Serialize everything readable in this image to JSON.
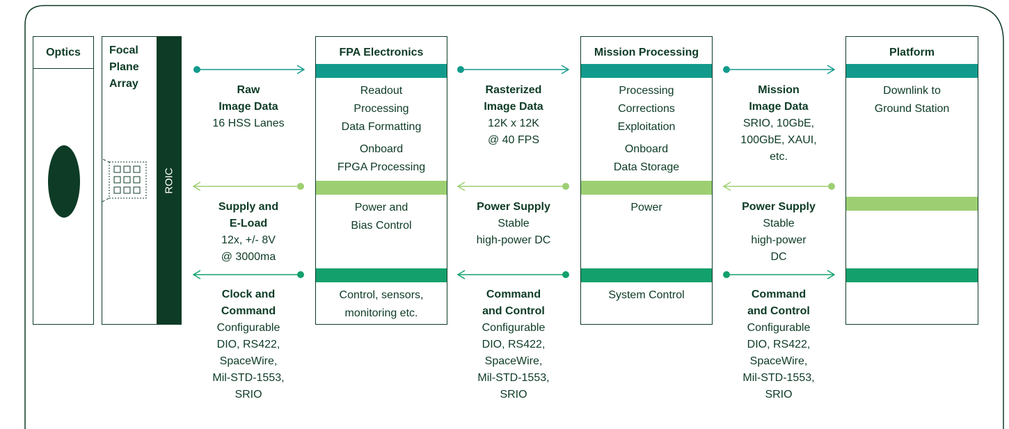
{
  "optics": {
    "title": "Optics"
  },
  "focal_plane": {
    "title_line1": "Focal",
    "title_line2": "Plane",
    "title_line3": "Array",
    "roic": "ROIC"
  },
  "fpa": {
    "title": "FPA Electronics",
    "text1": "Readout",
    "text2": "Processing",
    "text3": "Data Formatting",
    "text4": "Onboard",
    "text5": "FPGA Processing",
    "power1": "Power and",
    "power2": "Bias Control",
    "control1": "Control, sensors,",
    "control2": "monitoring etc."
  },
  "mission": {
    "title": "Mission Processing",
    "text1": "Processing",
    "text2": "Corrections",
    "text3": "Exploitation",
    "text4": "Onboard",
    "text5": "Data Storage",
    "power": "Power",
    "control": "System Control"
  },
  "platform": {
    "title": "Platform",
    "text1": "Downlink to",
    "text2": "Ground Station"
  },
  "link1": {
    "data_b1": "Raw",
    "data_b2": "Image Data",
    "data_t1": "16 HSS Lanes",
    "supply_b1": "Supply and",
    "supply_b2": "E-Load",
    "supply_t1": "12x, +/- 8V",
    "supply_t2": "@ 3000ma",
    "cmd_b1": "Clock and",
    "cmd_b2": "Command",
    "cmd_t1": "Configurable",
    "cmd_t2": "DIO, RS422,",
    "cmd_t3": "SpaceWire,",
    "cmd_t4": "Mil-STD-1553,",
    "cmd_t5": "SRIO"
  },
  "link2": {
    "data_b1": "Rasterized",
    "data_b2": "Image Data",
    "data_t1": "12K x 12K",
    "data_t2": "@ 40 FPS",
    "supply_b1": "Power Supply",
    "supply_t1": "Stable",
    "supply_t2": "high-power DC",
    "cmd_b1": "Command",
    "cmd_b2": "and Control",
    "cmd_t1": "Configurable",
    "cmd_t2": "DIO, RS422,",
    "cmd_t3": "SpaceWire,",
    "cmd_t4": "Mil-STD-1553,",
    "cmd_t5": "SRIO"
  },
  "link3": {
    "data_b1": "Mission",
    "data_b2": "Image Data",
    "data_t1": "SRIO, 10GbE,",
    "data_t2": "100GbE, XAUI,",
    "data_t3": "etc.",
    "supply_b1": "Power Supply",
    "supply_t1": "Stable",
    "supply_t2": "high-power",
    "supply_t3": "DC",
    "cmd_b1": "Command",
    "cmd_b2": "and Control",
    "cmd_t1": "Configurable",
    "cmd_t2": "DIO, RS422,",
    "cmd_t3": "SpaceWire,",
    "cmd_t4": "Mil-STD-1553,",
    "cmd_t5": "SRIO"
  },
  "colors": {
    "dark": "#0d3b25",
    "teal": "#129b8c",
    "light": "#9dcf72",
    "green": "#13a06d"
  }
}
